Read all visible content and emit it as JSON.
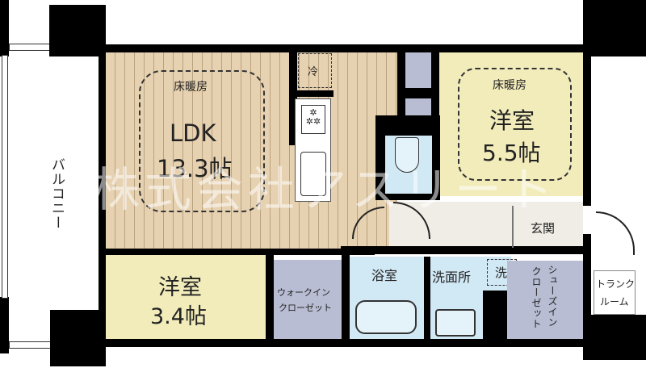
{
  "floor_plan": {
    "rooms": {
      "ldk": {
        "name": "LDK",
        "size": "13.3帖",
        "feature": "床暖房"
      },
      "western_room_1": {
        "name": "洋室",
        "size": "5.5帖",
        "feature": "床暖房"
      },
      "western_room_2": {
        "name": "洋室",
        "size": "3.4帖"
      },
      "balcony": {
        "name": "バルコニー"
      },
      "walk_in_closet": {
        "line1": "ウォークイン",
        "line2": "クローゼット"
      },
      "bathroom": {
        "name": "浴室"
      },
      "washroom": {
        "name": "洗面所"
      },
      "washer_space": {
        "name": "洗"
      },
      "entrance": {
        "name": "玄関"
      },
      "shoe_closet": {
        "line1": "シューズイン",
        "line2": "クローゼット"
      },
      "trunk_room": {
        "line1": "トランク",
        "line2": "ルーム"
      },
      "refrigerator_space": {
        "name": "冷"
      }
    },
    "watermark": "株式会社アスリート",
    "colors": {
      "wall": "#000000",
      "ldk_floor": "#e6d1b0",
      "western_room": "#f2ecbb",
      "wet_area": "#d1e8f5",
      "storage": "#b9bdd3",
      "hall": "#f0ede6"
    }
  }
}
